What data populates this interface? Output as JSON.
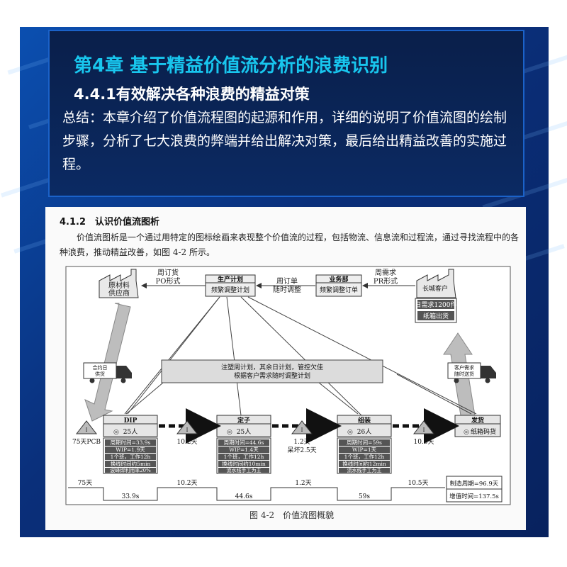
{
  "header": {
    "chapter_title": "第4章 基于精益价值流分析的浪费识别",
    "section_title": "4.4.1有效解决各种浪费的精益对策",
    "summary": "总结：本章介绍了价值流程图的起源和作用，详细的说明了价值流图的绘制步骤，分析了七大浪费的弊端并给出解决对策，最后给出精益改善的实施过程。"
  },
  "article": {
    "section_heading": "4.1.2　认识价值流图析",
    "paragraph": "价值流图析是一个通过用特定的图标绘画来表现整个价值流的过程，包括物流、信息流和过程流，通过寻找流程中的各种浪费，推动精益改善，如图 4-2 所示。",
    "caption": "图 4-2　价值流图概貌"
  },
  "diagram": {
    "supplier": {
      "line1": "原材料",
      "line2": "供应商"
    },
    "po_label": {
      "line1": "周订货",
      "line2": "PO形式"
    },
    "production_plan": {
      "title": "生产计划",
      "body": "频繁调整计划"
    },
    "weekly_order": {
      "line1": "周订单",
      "line2": "随时调整"
    },
    "sales": {
      "title": "业务部",
      "body": "频繁调整订单"
    },
    "weekly_demand": {
      "line1": "周需求",
      "line2": "PR形式"
    },
    "customer": {
      "name": "长城客户",
      "row1": "日需求1200件",
      "row2": "纸箱出货"
    },
    "schedule_note": {
      "line1": "注塑周计划，其余日计划，管控欠佳",
      "line2": "根据客户需求随时调整计划"
    },
    "truck_left": {
      "line1": "合约日",
      "line2": "供货"
    },
    "truck_right": {
      "line1": "客户需求",
      "line2": "随时送货"
    },
    "processes": [
      {
        "name": "DIP",
        "operators": "25人",
        "rows": [
          "周期时间=33.9s",
          "WIP=1.9天",
          "1个班，工作12h",
          "换线时间约5min",
          "波峰焊利用率20%"
        ]
      },
      {
        "name": "定子",
        "operators": "25人",
        "rows": [
          "周期时间=44.6s",
          "WIP=1.4天",
          "1个班，工作12h",
          "换线时间约10min",
          "流水线手工为主"
        ]
      },
      {
        "name": "组装",
        "operators": "26人",
        "rows": [
          "周期时间=59s",
          "WIP=1天",
          "1个班，工作12h",
          "换线时间约12min",
          "流水线手工为主"
        ]
      }
    ],
    "shipping": {
      "title": "发货",
      "body": "纸箱码货"
    },
    "inventories": [
      {
        "label": "75天PCB"
      },
      {
        "label": "10.2天"
      },
      {
        "label1": "1.2天",
        "label2": "呆坏2.5天"
      },
      {
        "label": "10.5天"
      }
    ],
    "timeline_wait": [
      "75天",
      "10.2天",
      "1.2天",
      "10.5天"
    ],
    "timeline_value": [
      "33.9s",
      "44.6s",
      "59s"
    ],
    "lead_time": "制造周期=96.9天",
    "value_time": "增值时间=137.5s"
  },
  "colors": {
    "accent": "#18c6ee",
    "banner_dark": "#0b2a63",
    "banner_blue": "#0b4fb0"
  }
}
